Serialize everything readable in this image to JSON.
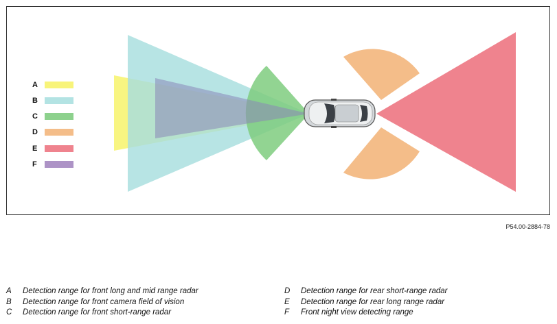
{
  "legend": [
    {
      "letter": "A",
      "color": "#f8f47a"
    },
    {
      "letter": "B",
      "color": "#b3e3e3"
    },
    {
      "letter": "C",
      "color": "#8dd18d"
    },
    {
      "letter": "D",
      "color": "#f4bd89"
    },
    {
      "letter": "E",
      "color": "#ef838e"
    },
    {
      "letter": "F",
      "color": "#ad93c6"
    }
  ],
  "figure_id": "P54.00-2884-78",
  "descriptions": [
    {
      "key": "A",
      "text": "Detection range for front long and mid range radar"
    },
    {
      "key": "B",
      "text": "Detection range for front camera field of vision"
    },
    {
      "key": "C",
      "text": "Detection range for front short-range radar"
    },
    {
      "key": "D",
      "text": "Detection range for rear short-range radar"
    },
    {
      "key": "E",
      "text": "Detection range for rear long range radar"
    },
    {
      "key": "F",
      "text": "Front night view detecting range"
    }
  ]
}
